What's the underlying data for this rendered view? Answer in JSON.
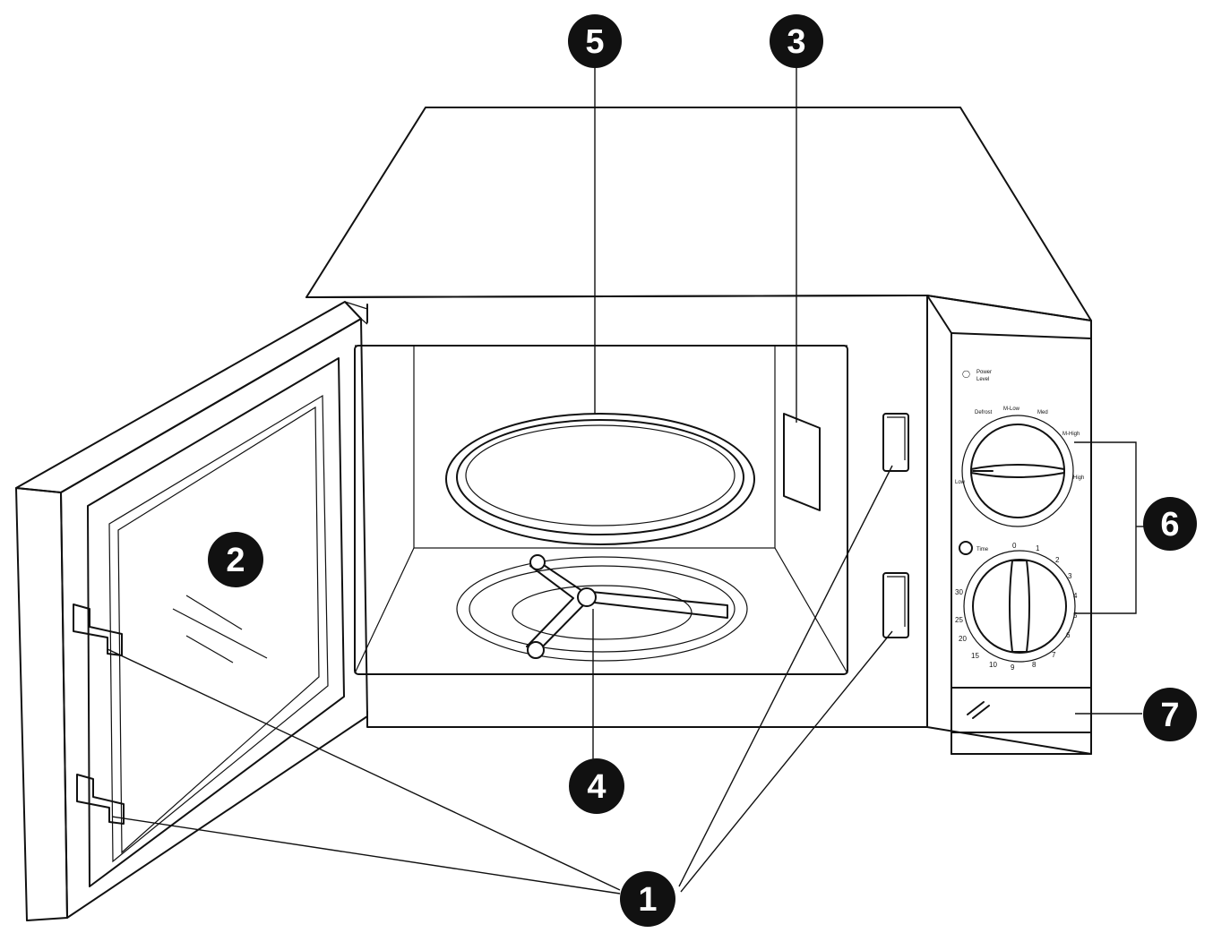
{
  "callouts": [
    {
      "id": "1",
      "label": "1"
    },
    {
      "id": "2",
      "label": "2"
    },
    {
      "id": "3",
      "label": "3"
    },
    {
      "id": "4",
      "label": "4"
    },
    {
      "id": "5",
      "label": "5"
    },
    {
      "id": "6",
      "label": "6"
    },
    {
      "id": "7",
      "label": "7"
    }
  ],
  "control_panel": {
    "power_label_line1": "Power",
    "power_label_line2": "Level",
    "power_settings": [
      "Defrost",
      "M-Low",
      "Med",
      "M-High",
      "High",
      "Low"
    ],
    "time_label": "Time",
    "time_ticks": [
      "0",
      "1",
      "2",
      "3",
      "4",
      "5",
      "6",
      "7",
      "8",
      "9",
      "10",
      "15",
      "20",
      "25",
      "30"
    ]
  }
}
